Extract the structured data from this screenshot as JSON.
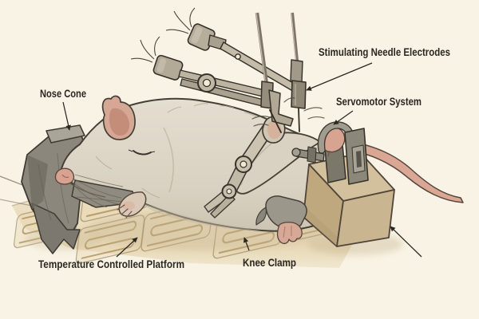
{
  "figure": {
    "type": "scientific-illustration",
    "subject": "Anesthetized laboratory rat in an electrophysiology / muscle stimulation setup",
    "background_color": "#f8f3e4",
    "outline_color": "#443f34",
    "text_color": "#2b2722"
  },
  "labels": {
    "nose_cone": "Nose Cone",
    "stimulating_needle_electrodes": "Stimulating Needle Electrodes",
    "servomotor_system": "Servomotor System",
    "temperature_controlled_platform": "Temperature Controlled Platform",
    "knee_clamp": "Knee Clamp"
  },
  "palette": {
    "rat_fur": "#dcd5c6",
    "rat_pink": "#d7a492",
    "cone_gray": "#8b877c",
    "metal_gray": "#c4bba9",
    "dark_metal": "#8c8879",
    "box_tan": "#c0a87e",
    "platform": "#ece0c6",
    "heater_line": "#a2854f"
  },
  "parts": [
    "nose-cone",
    "rat",
    "stimulating-needle-electrodes",
    "micromanipulator-arms",
    "servomotor-system",
    "servo-box",
    "knee-clamp",
    "temperature-controlled-platform",
    "heater-panels",
    "tail"
  ]
}
